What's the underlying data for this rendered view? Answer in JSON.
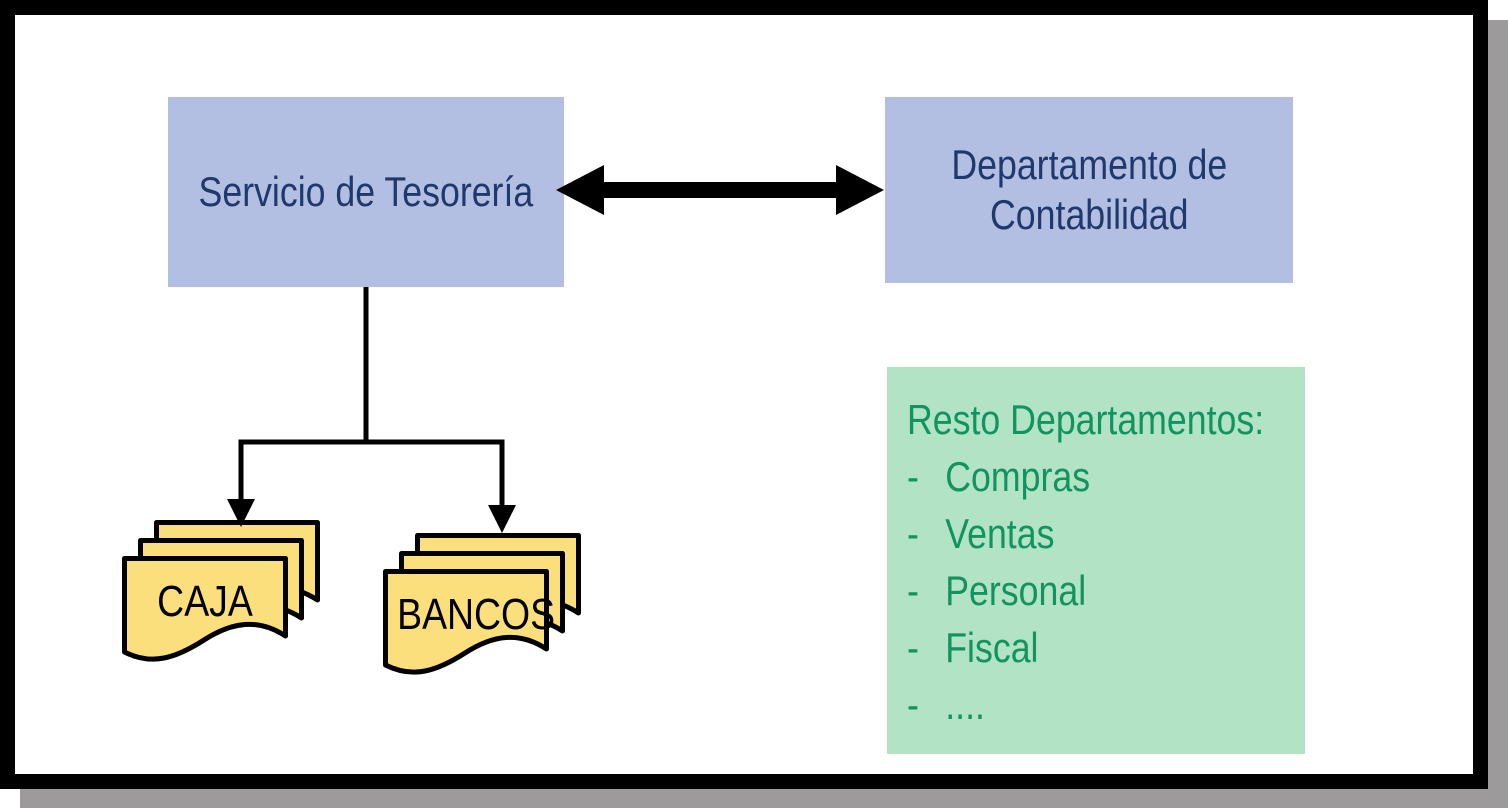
{
  "colors": {
    "node_fill_blue": "#b2bfe2",
    "node_text_navy": "#20386b",
    "panel_fill_green": "#b2e3c5",
    "panel_text_green": "#11945f",
    "document_fill_yellow": "#fcdf7d",
    "line_black": "#000000",
    "shadow_gray": "#9c9a9b"
  },
  "nodes": {
    "tesoreria": {
      "label": "Servicio de Tesorería"
    },
    "contabilidad": {
      "line1": "Departamento de",
      "line2": "Contabilidad"
    }
  },
  "resto_panel": {
    "title": "Resto Departamentos:",
    "bullet": "-",
    "items": [
      "Compras",
      "Ventas",
      "Personal",
      "Fiscal",
      "...."
    ]
  },
  "documents": {
    "caja": {
      "label": "CAJA"
    },
    "bancos": {
      "label": "BANCOS"
    }
  }
}
